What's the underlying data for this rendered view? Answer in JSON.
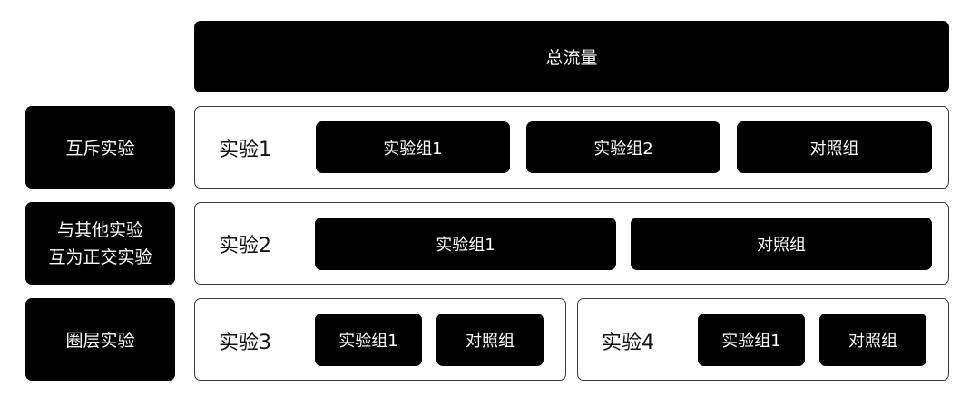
{
  "top": {
    "label": "总流量"
  },
  "side": {
    "mutex": "互斥实验",
    "orthogonal_line1": "与其他实验",
    "orthogonal_line2": "互为正交实验",
    "layer": "圈层实验"
  },
  "exp1": {
    "label": "实验1",
    "groups": [
      "实验组1",
      "实验组2",
      "对照组"
    ]
  },
  "exp2": {
    "label": "实验2",
    "groups": [
      "实验组1",
      "对照组"
    ]
  },
  "exp3": {
    "label": "实验3",
    "groups": [
      "实验组1",
      "对照组"
    ]
  },
  "exp4": {
    "label": "实验4",
    "groups": [
      "实验组1",
      "对照组"
    ]
  },
  "colors": {
    "block": "#000000",
    "text_on_block": "#ffffff",
    "outline": "#3a3a3a"
  }
}
